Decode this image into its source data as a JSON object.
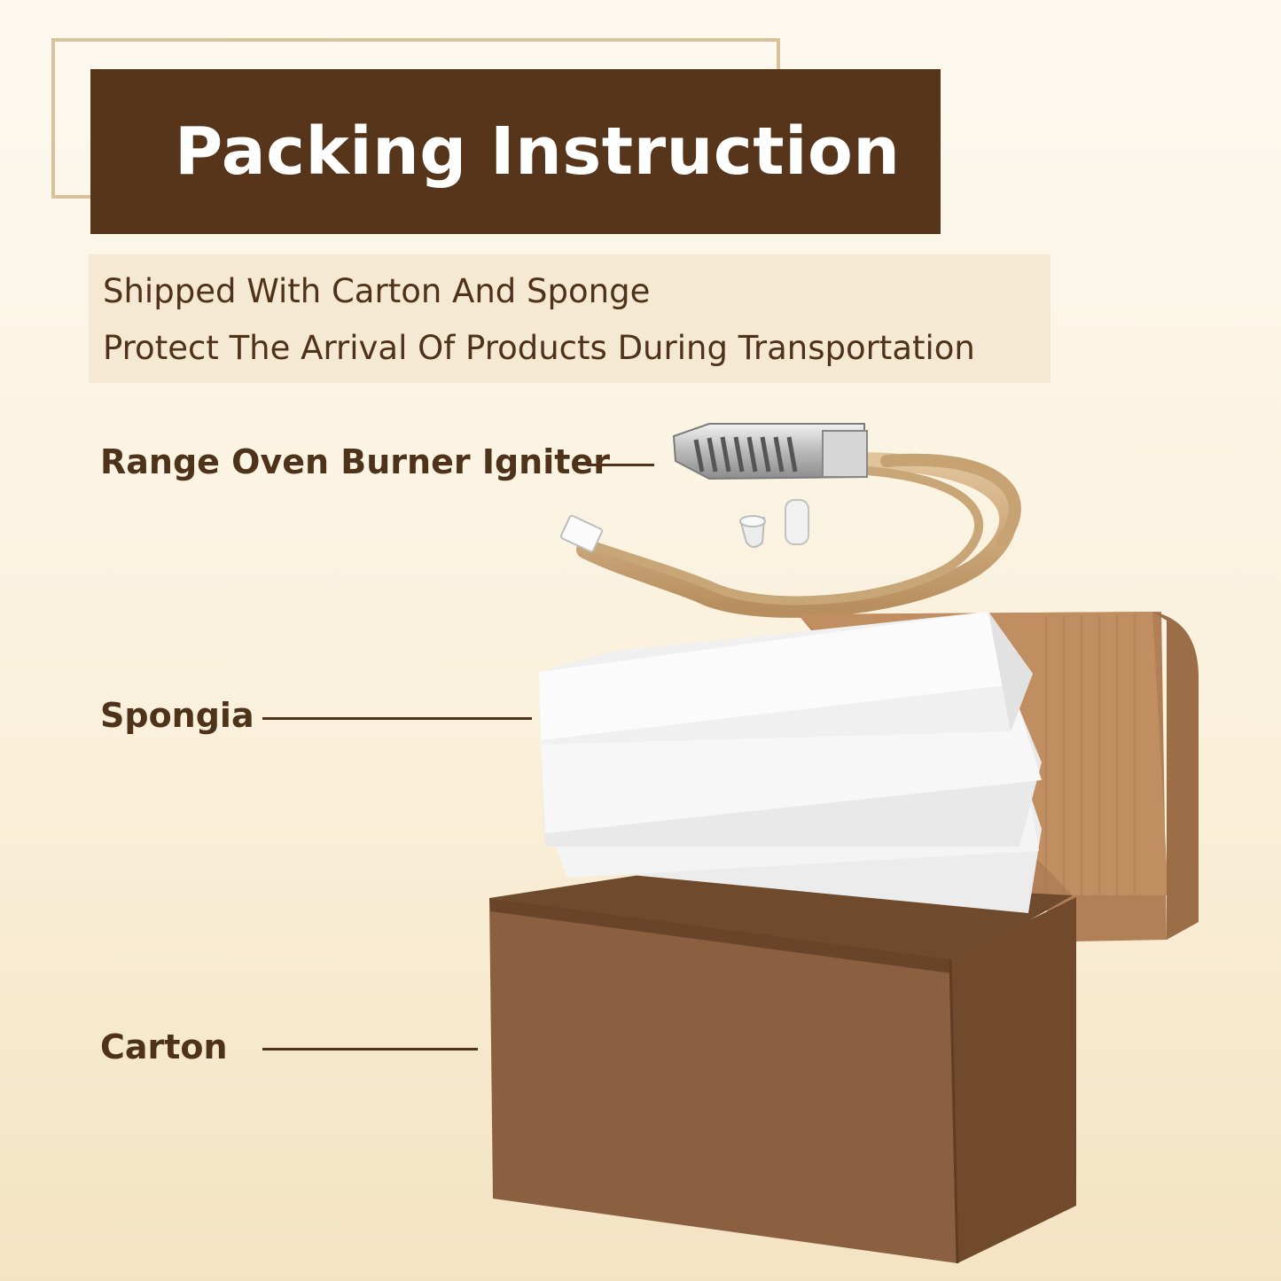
{
  "header": {
    "title": "Packing Instruction"
  },
  "subtitle": {
    "line1": "Shipped With Carton And Sponge",
    "line2": "Protect The Arrival Of Products During Transportation"
  },
  "labels": {
    "igniter": "Range Oven Burner Igniter",
    "sponge": "Spongia",
    "carton": "Carton"
  },
  "colors": {
    "title_bg": "#56351a",
    "frame": "#d9c19a",
    "text": "#4e321a",
    "subtitle_bg": "#f5e9d3",
    "carton": "#8a6040",
    "sponge": "#f6f6f6"
  }
}
